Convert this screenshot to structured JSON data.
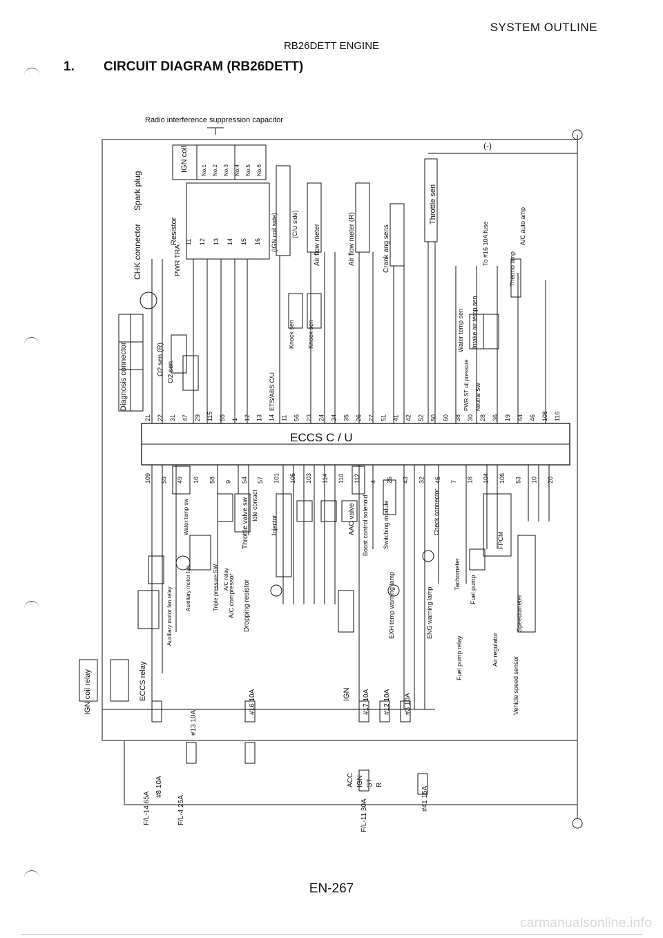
{
  "header": {
    "section": "SYSTEM OUTLINE",
    "engine": "RB26DETT ENGINE",
    "number": "1.",
    "title": "CIRCUIT DIAGRAM (RB26DETT)"
  },
  "footer": {
    "page": "EN-267",
    "watermark": "carmanualsonline.info"
  },
  "diagram": {
    "top_label": "Radio interference suppression capacitor",
    "ground_top": "(-)",
    "ecu": "ECCS C / U",
    "ecu_upper_pins": [
      "21",
      "22",
      "31",
      "47",
      "29",
      "115",
      "55",
      "1",
      "12",
      "13",
      "14",
      "11",
      "56",
      "23",
      "24",
      "34",
      "35",
      "26",
      "27",
      "51",
      "41",
      "42",
      "52",
      "50",
      "60",
      "38",
      "30",
      "28",
      "36",
      "19",
      "44",
      "46",
      "108",
      "116"
    ],
    "ecu_lower_pins": [
      "109",
      "59",
      "49",
      "16",
      "58",
      "9",
      "54",
      "57",
      "101",
      "105",
      "103",
      "114",
      "110",
      "112",
      "4",
      "25",
      "43",
      "32",
      "45",
      "7",
      "18",
      "104",
      "106",
      "53",
      "10",
      "20"
    ],
    "ign_coils": [
      "No.1",
      "No.2",
      "No.3",
      "No.4",
      "No.5",
      "No.6"
    ],
    "pwr_tra_pins": [
      "11",
      "12",
      "13",
      "14",
      "15",
      "16"
    ],
    "labels": {
      "chk_connector": "CHK connector",
      "spark_plug": "Spark plug",
      "ign_coil": "IGN coil",
      "resistor": "Resistor",
      "pwr_tra": "PWR TRA",
      "ign_coil_side": "(IGN coil side)",
      "cu_side": "(C/U side)",
      "air_flow_l": "Air flow meter",
      "air_flow_r": "Air flow meter (R)",
      "crank_sens": "Crank ang sens",
      "throttle_sen": "Throttle sen",
      "diagnosis_connector": "Diagnosis connector",
      "o2_sen_r": "O2 sen (R)",
      "o2_sen": "O2 sen",
      "ets_abs": "ETS/ABS C/U",
      "knock_sen": "Knock sen",
      "water_temp_sen": "Water temp sen",
      "intake_air_temp_sen": "Intake air temp sen",
      "pwr_st_oil": "PWR ST oil pressure",
      "neutral_sw": "Neutral SW",
      "fuse_16": "To #16 10A fuse",
      "thermo_amp": "Thermo amp",
      "ac_auto_amp": "A/C auto amp",
      "water_temp_sw": "Water temp sw",
      "throttle_valve_sw": "Throttle valve sw",
      "idle_contact": "Idle contact",
      "injector": "Injector",
      "aac_valve": "AAC valve",
      "boost_solenoid": "Boost control solenoid",
      "switching_module": "Switching module",
      "check_connector": "Check connector",
      "aux_motor_fan": "Auxiliary motor fan",
      "triple_pressure_sw": "Triple pressure SW",
      "ac_compressor": "A/C compressor",
      "dropping_resistor": "Dropping resistor",
      "exh_temp": "EXH temp warning lamp",
      "eng_warning": "ENG warning lamp",
      "tachometer": "Tachometer",
      "fuel_pump": "Fuel pump",
      "fpcm": "FPCM",
      "aux_relay": "Auxiliary motor fan relay",
      "ac_relay": "A/C relay",
      "fuel_pump_relay": "Fuel pump relay",
      "air_regulator": "Air regulator",
      "speedometer": "Speedometer",
      "vehicle_speed_sensor": "Vehicle speed sensor",
      "ign_coil_relay": "IGN coil relay",
      "eccs_relay": "ECCS relay",
      "ign_switch": "IGN"
    },
    "fuses": [
      {
        "name": "#8",
        "rating": "10A"
      },
      {
        "name": "#13",
        "rating": "10A"
      },
      {
        "name": "#16",
        "rating": "10A"
      },
      {
        "name": "#17",
        "rating": "10A"
      },
      {
        "name": "#12",
        "rating": "10A"
      },
      {
        "name": "#3",
        "rating": "10A"
      },
      {
        "name": "#41",
        "rating": "15A"
      },
      {
        "name": "F/L-14",
        "rating": "65A"
      },
      {
        "name": "F/L-4",
        "rating": "25A"
      },
      {
        "name": "F/L-11",
        "rating": "30A"
      }
    ],
    "ign_positions": [
      "ACC",
      "IGN",
      "ST",
      "R"
    ]
  }
}
